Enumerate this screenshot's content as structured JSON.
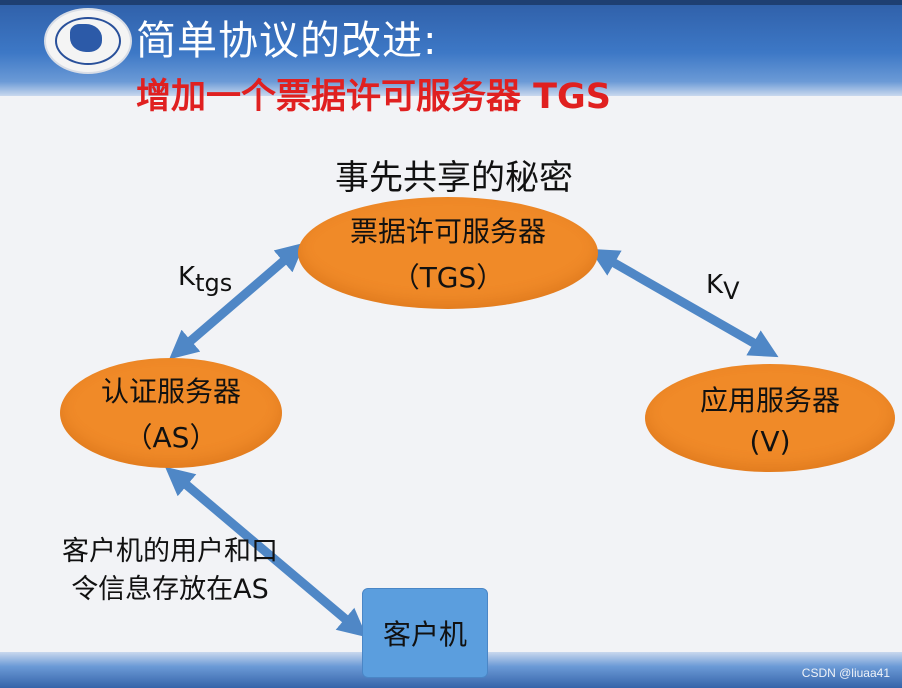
{
  "slide": {
    "title": "简单协议的改进:",
    "subtitle": "增加一个票据许可服务器 TGS",
    "heading": "事先共享的秘密"
  },
  "nodes": {
    "tgs": {
      "line1": "票据许可服务器",
      "line2": "（TGS）"
    },
    "as": {
      "line1": "认证服务器",
      "line2": "（AS）"
    },
    "v": {
      "line1": "应用服务器",
      "line2": "(V)"
    },
    "client": {
      "label": "客户机"
    }
  },
  "keys": {
    "tgs": {
      "base": "K",
      "sub": "tgs"
    },
    "v": {
      "base": "K",
      "sub": "V"
    }
  },
  "note": {
    "line1": "客户机的用户和口",
    "line2": "令信息存放在AS"
  },
  "watermark": "CSDN @liuaa41",
  "colors": {
    "node_fill": "#f08a28",
    "client_fill": "#5b9ede",
    "arrow": "#4f87c6",
    "subtitle": "#e02020"
  }
}
